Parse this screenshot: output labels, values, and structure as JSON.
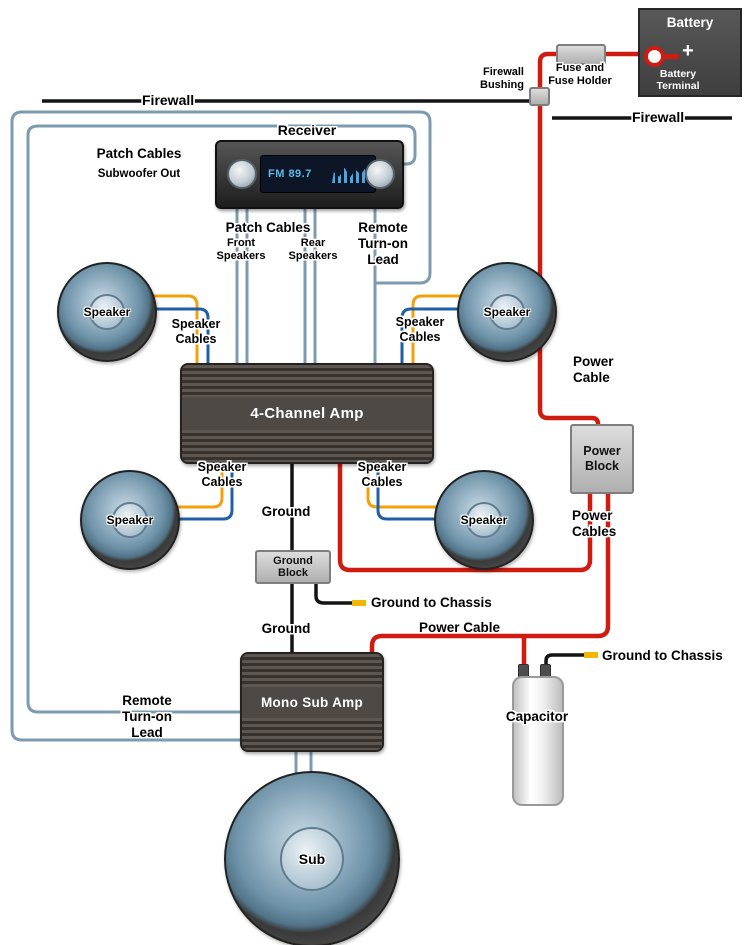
{
  "battery": {
    "label": "Battery",
    "plus": "+",
    "terminal_line1": "Battery",
    "terminal_line2": "Terminal"
  },
  "fuse": {
    "line1": "Fuse and",
    "line2": "Fuse Holder"
  },
  "bushing": {
    "line1": "Firewall",
    "line2": "Bushing"
  },
  "firewall": {
    "left": "Firewall",
    "right": "Firewall"
  },
  "receiver": {
    "label": "Receiver",
    "display": "FM 89.7"
  },
  "patch_left": {
    "line1": "Patch Cables",
    "line2": "Subwoofer Out"
  },
  "patch_bottom": {
    "title": "Patch Cables",
    "front1": "Front",
    "front2": "Speakers",
    "rear1": "Rear",
    "rear2": "Speakers"
  },
  "remote_lead": {
    "line1": "Remote",
    "line2": "Turn-on",
    "line3": "Lead"
  },
  "speaker_label": "Speaker",
  "speaker_cables": {
    "line1": "Speaker",
    "line2": "Cables"
  },
  "amp4": {
    "label": "4-Channel Amp"
  },
  "mono_amp": {
    "label": "Mono Sub Amp"
  },
  "sub": {
    "label": "Sub"
  },
  "ground": {
    "top": "Ground",
    "bottom": "Ground",
    "block": "Ground Block",
    "to_chassis_mid": "Ground to Chassis",
    "to_chassis_right": "Ground to Chassis"
  },
  "power": {
    "cable1": "Power",
    "cable2": "Cable",
    "block1": "Power",
    "block2": "Block",
    "cables1": "Power",
    "cables2": "Cables",
    "cable_mid": "Power Cable"
  },
  "capacitor": {
    "label": "Capacitor"
  },
  "colors": {
    "power_wire": "#cf1b10",
    "ground_wire": "#141414",
    "patch_wire": "#7d9bb0",
    "speaker_wire_pos": "#f2a10d",
    "speaker_wire_neg": "#1f5fa8"
  }
}
